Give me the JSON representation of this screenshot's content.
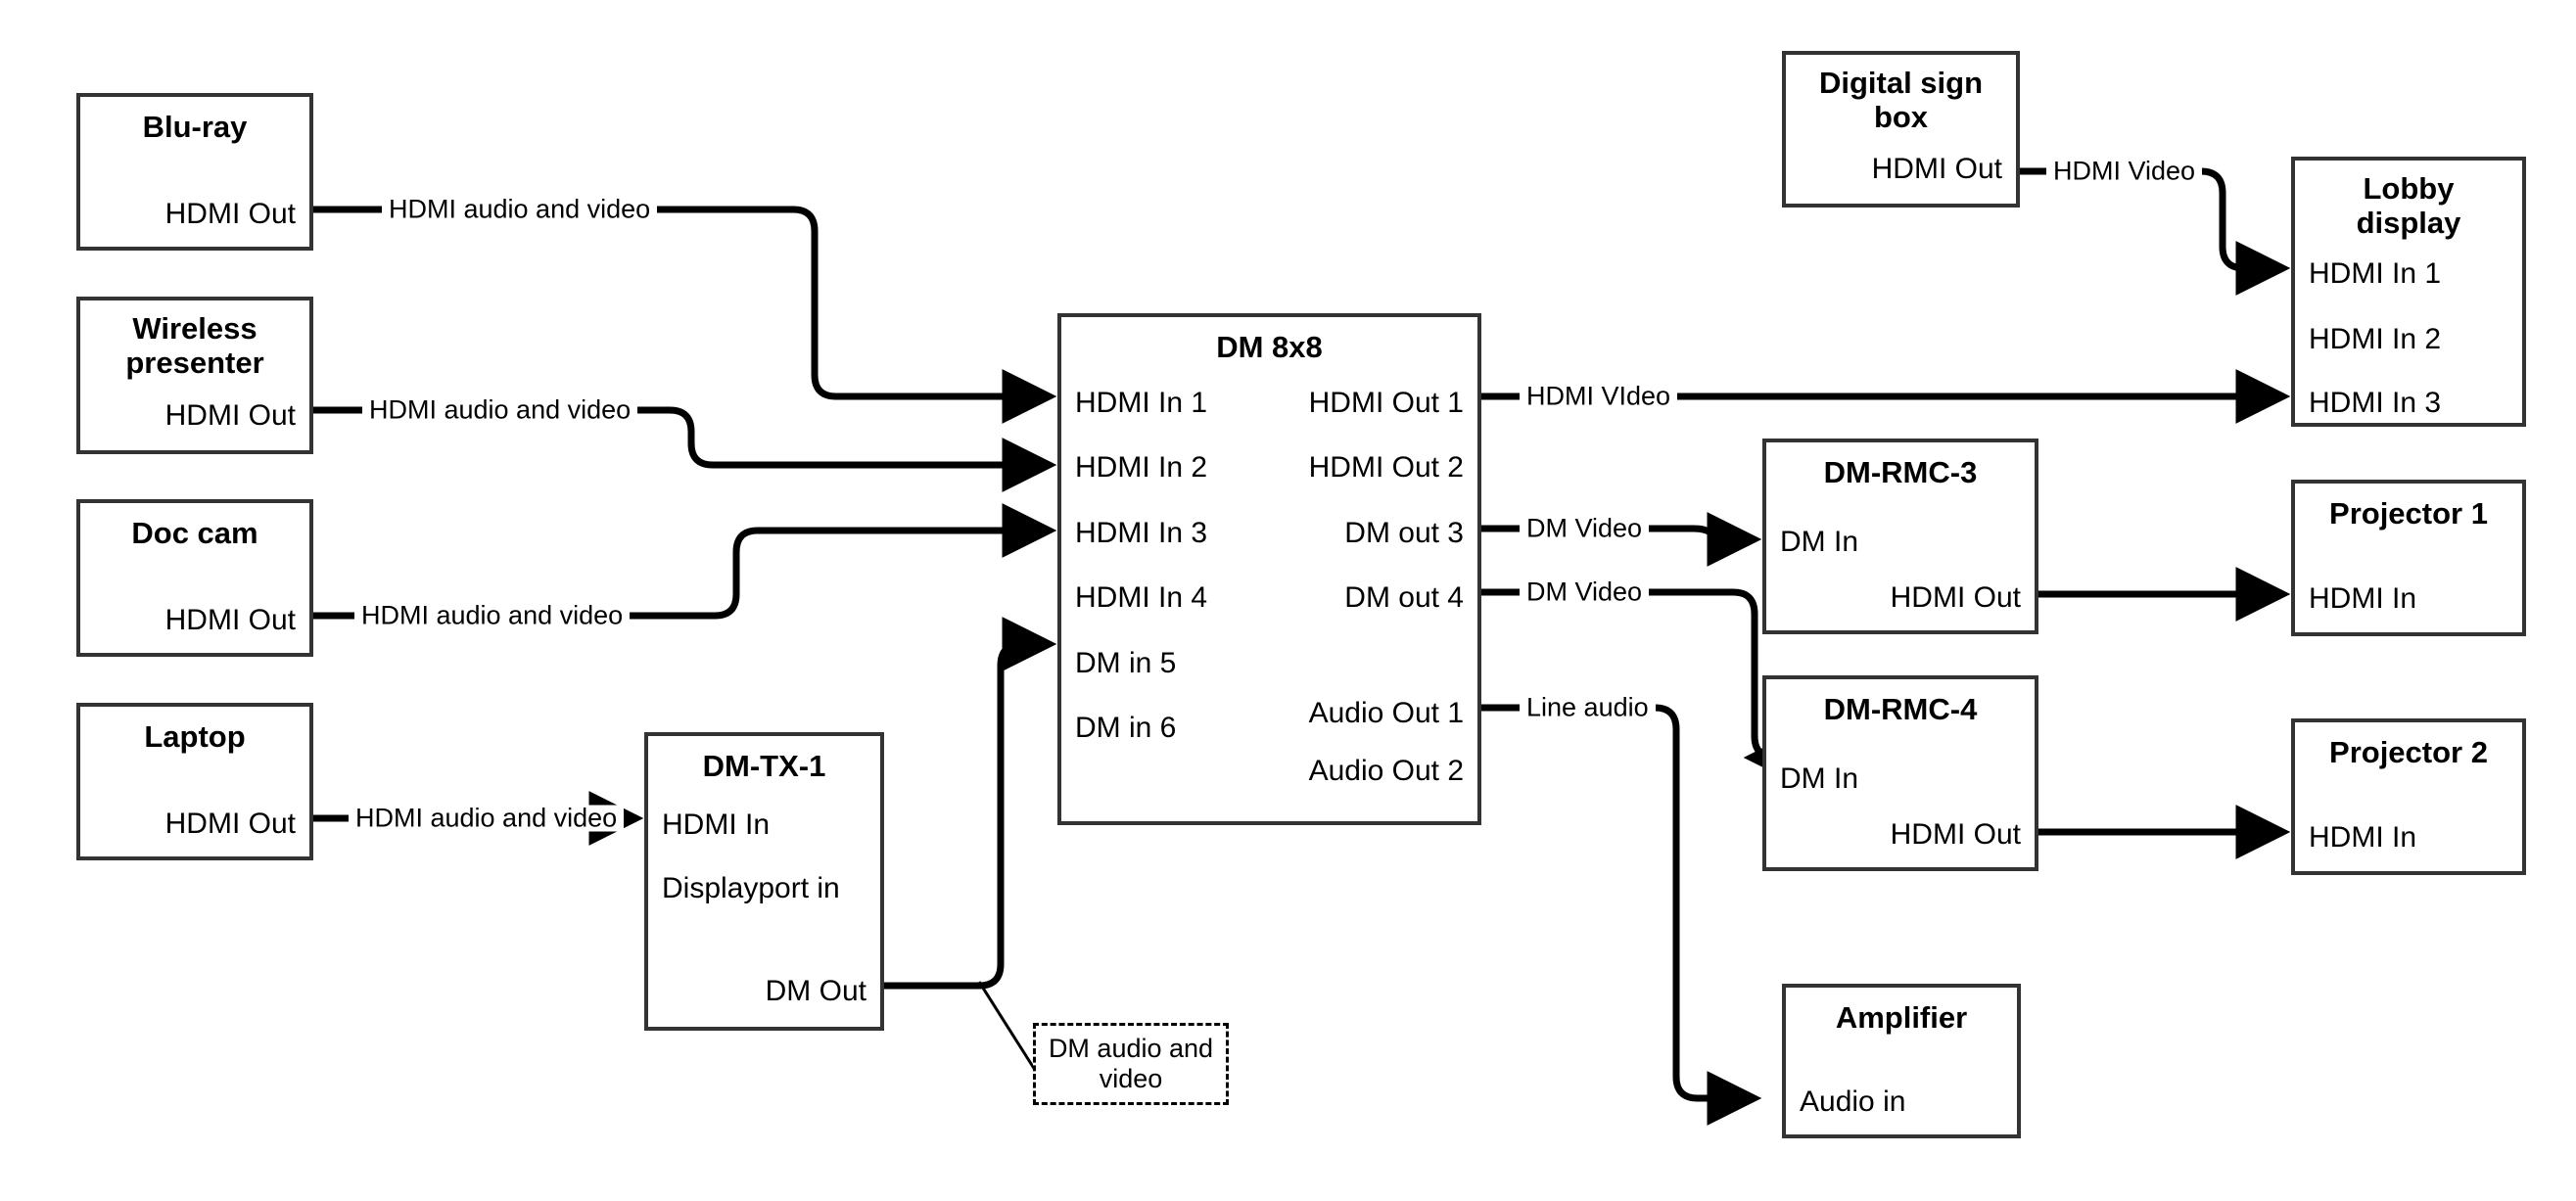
{
  "diagram": {
    "title": "AV Signal Flow Diagram",
    "type": "block-diagram",
    "background_color": "#ffffff",
    "line_color": "#000000",
    "box_border_color": "#333333"
  },
  "nodes": {
    "bluray": {
      "title": "Blu-ray",
      "port_out_1": "HDMI Out"
    },
    "wireless": {
      "title": "Wireless\npresenter",
      "port_out_1": "HDMI Out"
    },
    "doccam": {
      "title": "Doc cam",
      "port_out_1": "HDMI Out"
    },
    "laptop": {
      "title": "Laptop",
      "port_out_1": "HDMI Out"
    },
    "dmtx1": {
      "title": "DM-TX-1",
      "port_in_1": "HDMI In",
      "port_in_2": "Displayport in",
      "port_out_1": "DM Out"
    },
    "dm8x8": {
      "title": "DM 8x8",
      "in_1": "HDMI In 1",
      "in_2": "HDMI In 2",
      "in_3": "HDMI In 3",
      "in_4": "HDMI In 4",
      "in_5": "DM in 5",
      "in_6": "DM in 6",
      "out_1": "HDMI Out 1",
      "out_2": "HDMI Out 2",
      "out_3": "DM out 3",
      "out_4": "DM out 4",
      "out_5": "Audio Out 1",
      "out_6": "Audio Out 2"
    },
    "digitalsign": {
      "title": "Digital sign\nbox",
      "port_out_1": "HDMI Out"
    },
    "lobby": {
      "title": "Lobby\ndisplay",
      "port_in_1": "HDMI In 1",
      "port_in_2": "HDMI In 2",
      "port_in_3": "HDMI In 3"
    },
    "dmrmc3": {
      "title": "DM-RMC-3",
      "port_in_1": "DM In",
      "port_out_1": "HDMI Out"
    },
    "dmrmc4": {
      "title": "DM-RMC-4",
      "port_in_1": "DM In",
      "port_out_1": "HDMI Out"
    },
    "projector1": {
      "title": "Projector 1",
      "port_in_1": "HDMI In"
    },
    "projector2": {
      "title": "Projector 2",
      "port_in_1": "HDMI In"
    },
    "amplifier": {
      "title": "Amplifier",
      "port_in_1": "Audio in"
    }
  },
  "connections": {
    "bluray_to_dm": {
      "label": "HDMI audio and video",
      "from": "bluray.HDMI Out",
      "to": "dm8x8.HDMI In 1"
    },
    "wireless_to_dm": {
      "label": "HDMI audio and video",
      "from": "wireless.HDMI Out",
      "to": "dm8x8.HDMI In 2"
    },
    "doccam_to_dm": {
      "label": "HDMI audio and video",
      "from": "doccam.HDMI Out",
      "to": "dm8x8.HDMI In 3"
    },
    "laptop_to_dmtx1": {
      "label": "HDMI audio and video",
      "from": "laptop.HDMI Out",
      "to": "dmtx1.HDMI In"
    },
    "dmtx1_to_dm": {
      "label": "DM audio and video",
      "from": "dmtx1.DM Out",
      "to": "dm8x8.DM in 5",
      "label_style": "dashed-callout"
    },
    "sign_to_lobby": {
      "label": "HDMI Video",
      "from": "digitalsign.HDMI Out",
      "to": "lobby.HDMI In 1"
    },
    "dm_out1_to_lobby": {
      "label": "HDMI VIdeo",
      "from": "dm8x8.HDMI Out 1",
      "to": "lobby.HDMI In 3"
    },
    "dm_out3_to_rmc3": {
      "label": "DM Video",
      "from": "dm8x8.DM out 3",
      "to": "dmrmc3.DM In"
    },
    "dm_out4_to_rmc4": {
      "label": "DM Video",
      "from": "dm8x8.DM out 4",
      "to": "dmrmc4.DM In"
    },
    "dm_audio1_to_amp": {
      "label": "Line audio",
      "from": "dm8x8.Audio Out 1",
      "to": "amplifier.Audio in"
    },
    "rmc3_to_proj1": {
      "label": "",
      "from": "dmrmc3.HDMI Out",
      "to": "projector1.HDMI In"
    },
    "rmc4_to_proj2": {
      "label": "",
      "from": "dmrmc4.HDMI Out",
      "to": "projector2.HDMI In"
    }
  },
  "callout": {
    "text": "DM audio and video"
  }
}
